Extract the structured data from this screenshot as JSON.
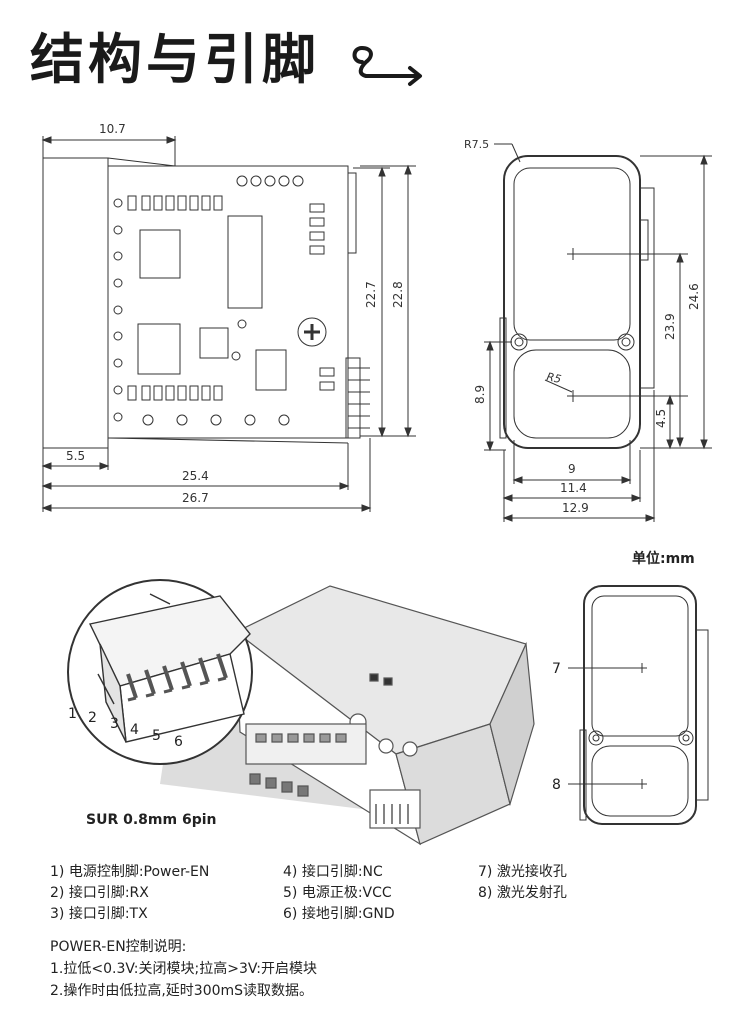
{
  "title": "结构与引脚",
  "unit_label": "单位:mm",
  "connector_label": "SUR 0.8mm  6pin",
  "side_view": {
    "dims": {
      "top_width": "10.7",
      "height_inner": "22.7",
      "height_outer": "22.8",
      "bottom_left": "5.5",
      "width_inner": "25.4",
      "width_outer": "26.7"
    }
  },
  "front_view": {
    "dims": {
      "corner_radius": "R7.5",
      "lens_radius": "R5",
      "height_total": "24.6",
      "center_to_center": "23.9",
      "lower_offset": "8.9",
      "bottom_offset": "4.5",
      "width_9": "9",
      "width_11": "11.4",
      "width_12": "12.9"
    }
  },
  "iso_view": {
    "pin_numbers": [
      "1",
      "2",
      "3",
      "4",
      "5",
      "6"
    ]
  },
  "hole_view": {
    "labels": [
      "7",
      "8"
    ]
  },
  "pin_list": {
    "col1": [
      "1) 电源控制脚:Power-EN",
      "2) 接口引脚:RX",
      "3) 接口引脚:TX"
    ],
    "col2": [
      "4) 接口引脚:NC",
      "5) 电源正极:VCC",
      "6) 接地引脚:GND"
    ],
    "col3": [
      "7) 激光接收孔",
      "8) 激光发射孔"
    ]
  },
  "power_note": {
    "heading": "POWER-EN控制说明:",
    "line1": "1.拉低<0.3V:关闭模块;拉高>3V:开启模块",
    "line2": "2.操作时由低拉高,延时300mS读取数据。"
  }
}
